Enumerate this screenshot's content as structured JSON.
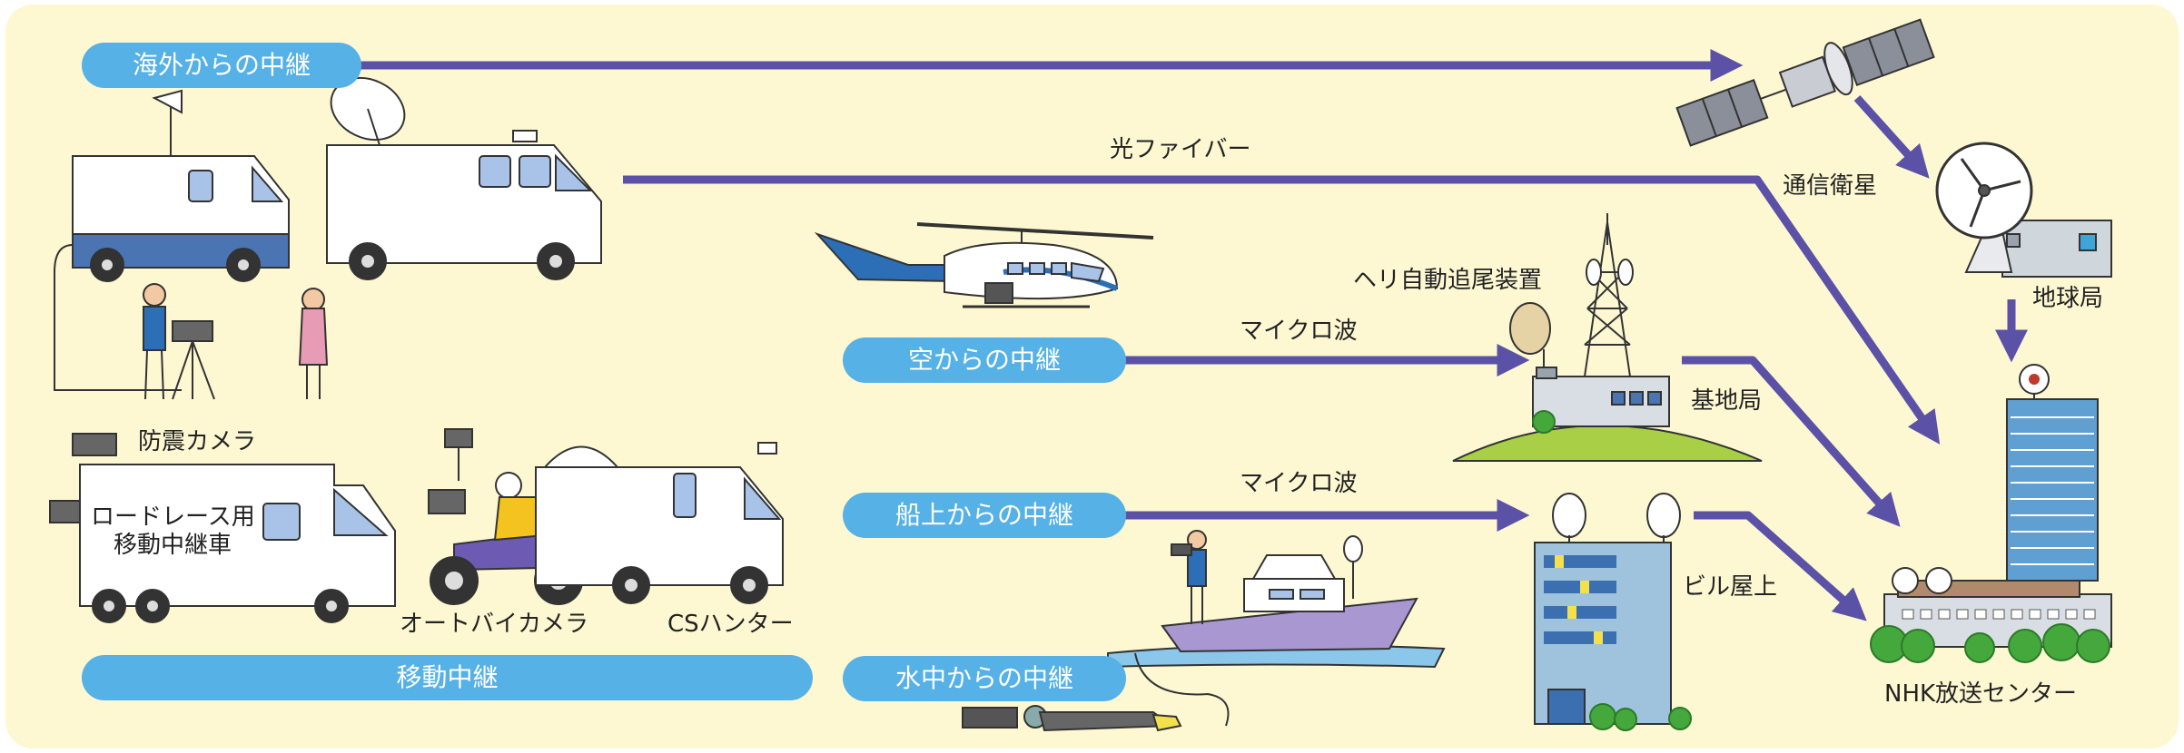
{
  "colors": {
    "background": "#fdf8d2",
    "pill": "#55b1e6",
    "arrow": "#5b52a8",
    "vehicle_body": "#ffffff",
    "vehicle_stripe": "#4a74b2",
    "window": "#a9c3e8",
    "hill": "#a8cf45",
    "building": "#9fc3dd",
    "tower": "#4b8bc6",
    "trees": "#44a83c"
  },
  "relay_labels": {
    "overseas": "海外からの中継",
    "sky": "空からの中継",
    "ship": "船上からの中継",
    "underwater": "水中からの中継",
    "mobile": "移動中継"
  },
  "links": {
    "optical_fiber": "光ファイバー",
    "microwave_sky": "マイクロ波",
    "microwave_ship": "マイクロ波"
  },
  "stations": {
    "satellite": "通信衛星",
    "earth_station": "地球局",
    "heli_tracking": "ヘリ自動追尾装置",
    "base_station": "基地局",
    "rooftop": "ビル屋上",
    "nhk_center": "NHK放送センター"
  },
  "vehicles": {
    "quake_camera": "防震カメラ",
    "road_race_line1": "ロードレース用",
    "road_race_line2": "移動中継車",
    "motorcycle_camera": "オートバイカメラ",
    "cs_hunter": "CSハンター"
  },
  "icons": [
    "satellite-icon",
    "parabolic-antenna-icon",
    "relay-van-icon",
    "broadcast-truck-icon",
    "camera-operator-icon",
    "reporter-icon",
    "helicopter-icon",
    "transmission-tower-icon",
    "road-race-truck-icon",
    "motorcycle-camera-icon",
    "cs-hunter-truck-icon",
    "boat-icon",
    "diver-icon",
    "building-icon",
    "nhk-center-icon"
  ]
}
